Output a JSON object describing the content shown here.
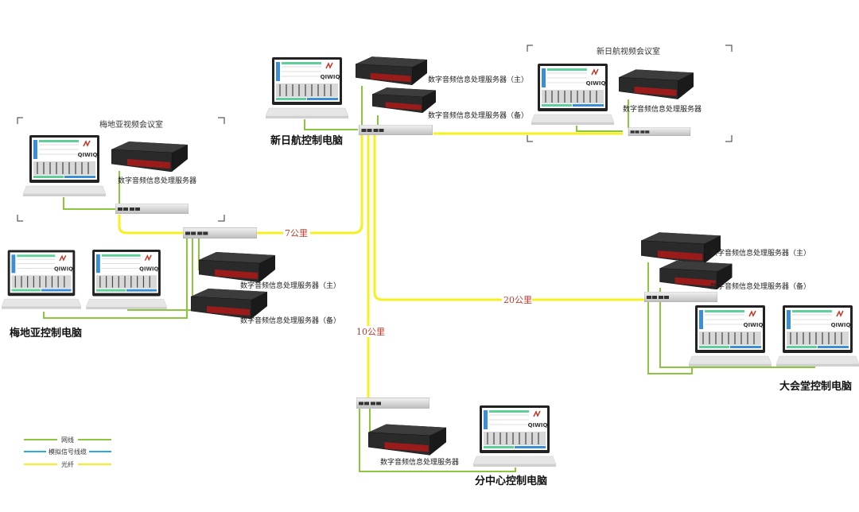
{
  "colors": {
    "network_cable": "#8cc63f",
    "analog_cable": "#29abe2",
    "fiber": "#f5f01e",
    "distance_text": "#c0392b"
  },
  "legend": [
    {
      "label": "网线",
      "color": "#8cc63f"
    },
    {
      "label": "模拟信号线缆",
      "color": "#29abe2"
    },
    {
      "label": "光纤",
      "color": "#f5f01e"
    }
  ],
  "sites": {
    "xinrihang_control": {
      "title": "新日航控制电脑",
      "server_main": "数字音频信息处理服务器（主）",
      "server_backup": "数字音频信息处理服务器（备）"
    },
    "xinrihang_room": {
      "title": "新日航视频会议室",
      "server": "数字音频信息处理服务器"
    },
    "meidiya_room": {
      "title": "梅地亚视频会议室",
      "server": "数字音频信息处理服务器"
    },
    "meidiya_control": {
      "title": "梅地亚控制电脑",
      "server_main": "数字音频信息处理服务器（主）",
      "server_backup": "数字音频信息处理服务器（备）"
    },
    "dahuitang_control": {
      "title": "大会堂控制电脑",
      "server_main": "数字音频信息处理服务器（主）",
      "server_backup": "数字音频信息处理服务器（备）"
    },
    "branch_control": {
      "title": "分中心控制电脑",
      "server": "数字音频信息处理服务器"
    }
  },
  "distances": {
    "meidiya": "7公里",
    "branch": "10公里",
    "dahuitang": "20公里"
  },
  "brand_logo": "QIWIQ"
}
